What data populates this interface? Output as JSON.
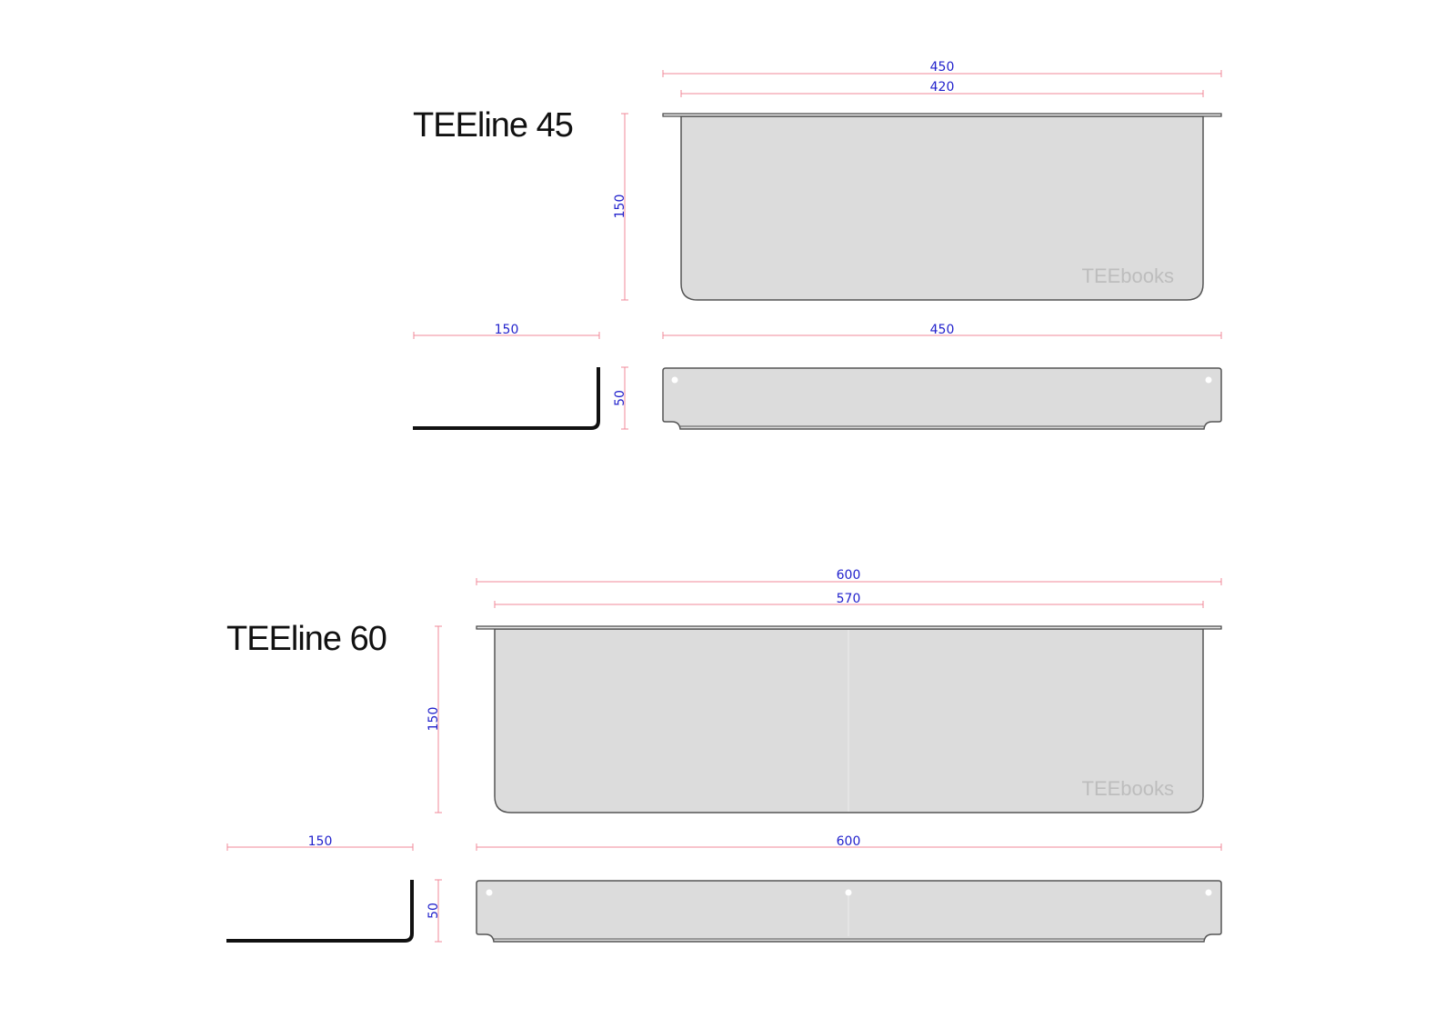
{
  "products": [
    {
      "title": "TEEline 45",
      "brand_mark": "TEEbooks",
      "top_view": {
        "overall_width": "450",
        "inner_width": "420",
        "depth": "150"
      },
      "side_profile": {
        "depth": "150",
        "height": "50"
      },
      "front_view": {
        "width": "450",
        "mount_holes": 2
      }
    },
    {
      "title": "TEEline 60",
      "brand_mark": "TEEbooks",
      "top_view": {
        "overall_width": "600",
        "inner_width": "570",
        "depth": "150"
      },
      "side_profile": {
        "depth": "150",
        "height": "50"
      },
      "front_view": {
        "width": "600",
        "mount_holes": 3
      }
    }
  ],
  "colors": {
    "dimension_line": "#f08a9a",
    "dimension_text": "#2222cc",
    "plate_fill": "#dcdcdc",
    "outline": "#555555",
    "profile": "#111111",
    "brand_text": "#bdbdbd"
  }
}
